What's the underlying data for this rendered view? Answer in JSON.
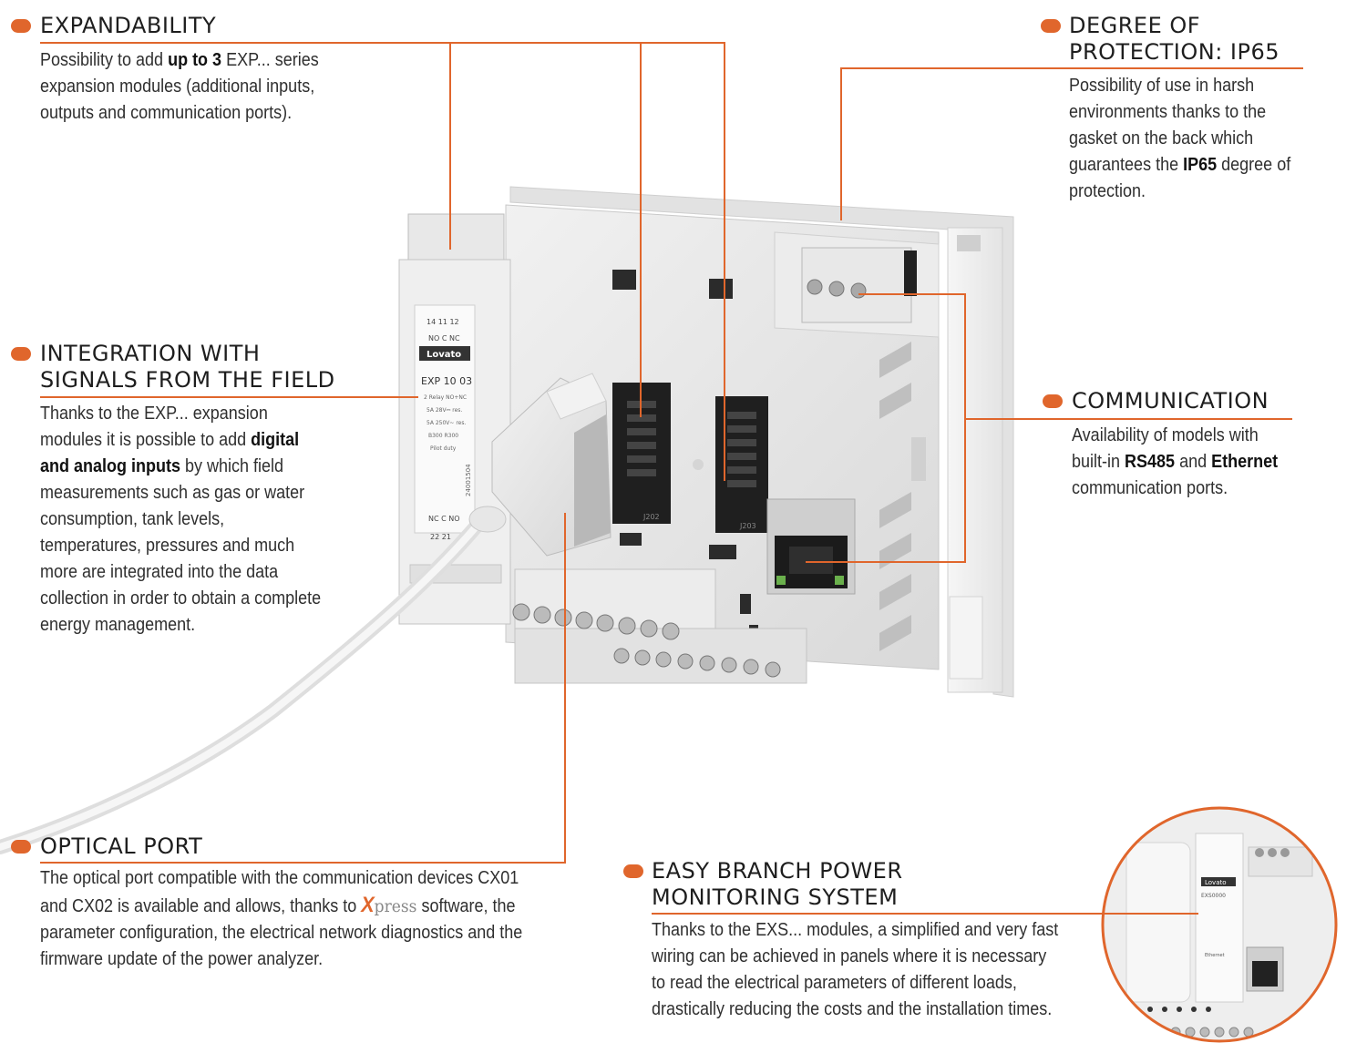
{
  "colors": {
    "accent": "#e0662c",
    "text": "#2f2f2f",
    "device_body": "#e9e9e9"
  },
  "callouts": {
    "expandability": {
      "title": "EXPANDABILITY",
      "text": [
        "Possibility to add ",
        "up to 3",
        " EXP... series",
        "expansion modules (additional inputs,",
        "outputs and communication ports)."
      ]
    },
    "protection": {
      "title_line1": "DEGREE OF",
      "title_line2": "PROTECTION: IP65",
      "lines": [
        "Possibility of use in harsh",
        "environments thanks to the",
        "gasket on the back which"
      ],
      "line4_pre": "guarantees the ",
      "line4_bold": "IP65",
      "line4_post": " degree of",
      "line5": "protection."
    },
    "integration": {
      "title_line1": "INTEGRATION WITH",
      "title_line2": "SIGNALS FROM THE FIELD",
      "line1": "Thanks to the EXP... expansion",
      "line2_pre": "modules it is possible to add ",
      "line2_bold": "digital",
      "line3_bold": "and analog inputs",
      "line3_post": " by which field",
      "lines_rest": [
        "measurements such as gas or water",
        "consumption, tank levels,",
        "temperatures, pressures and much",
        "more are integrated into the data",
        "collection in order to obtain a complete",
        "energy management."
      ]
    },
    "communication": {
      "title": "COMMUNICATION",
      "line1": "Availability of models with",
      "line2_pre": "built-in ",
      "line2_bold1": "RS485",
      "line2_mid": " and ",
      "line2_bold2": "Ethernet",
      "line3": "communication ports."
    },
    "optical": {
      "title": "OPTICAL PORT",
      "line1": "The optical port compatible with the communication devices CX01",
      "line2_pre": "and CX02 is available and allows, thanks to ",
      "logo_x": "X",
      "logo_rest": "press",
      "line2_post": " software, the",
      "line3": "parameter configuration, the electrical network diagnostics and the",
      "line4": "firmware update of the power analyzer."
    },
    "branch": {
      "title_line1": "EASY BRANCH POWER",
      "title_line2": "MONITORING SYSTEM",
      "lines": [
        "Thanks to the EXS... modules, a simplified and very fast",
        "wiring can be achieved in panels where it is necessary",
        "to read the electrical parameters of different loads,",
        "drastically reducing the costs and the installation times."
      ]
    }
  },
  "device_labels": {
    "module_terminals_top": "14  11  12",
    "module_contacts_top": "NO  C  NC",
    "module_brand": "Lovato",
    "module_model": "EXP 10 03",
    "module_spec1": "2 Relay NO+NC",
    "module_spec2": "5A 28V⎓ res.",
    "module_spec3": "5A 250V~ res.",
    "module_spec4": "B300 R300",
    "module_spec5": "Pilot duty",
    "module_serial": "24001504",
    "module_contacts_bottom": "NC  C  NO",
    "module_terminals_bottom": "22  21",
    "conn_left": "J202",
    "conn_right": "J203",
    "inset_brand": "Lovato",
    "inset_model": "EXS0000",
    "inset_port": "Ethernet"
  }
}
